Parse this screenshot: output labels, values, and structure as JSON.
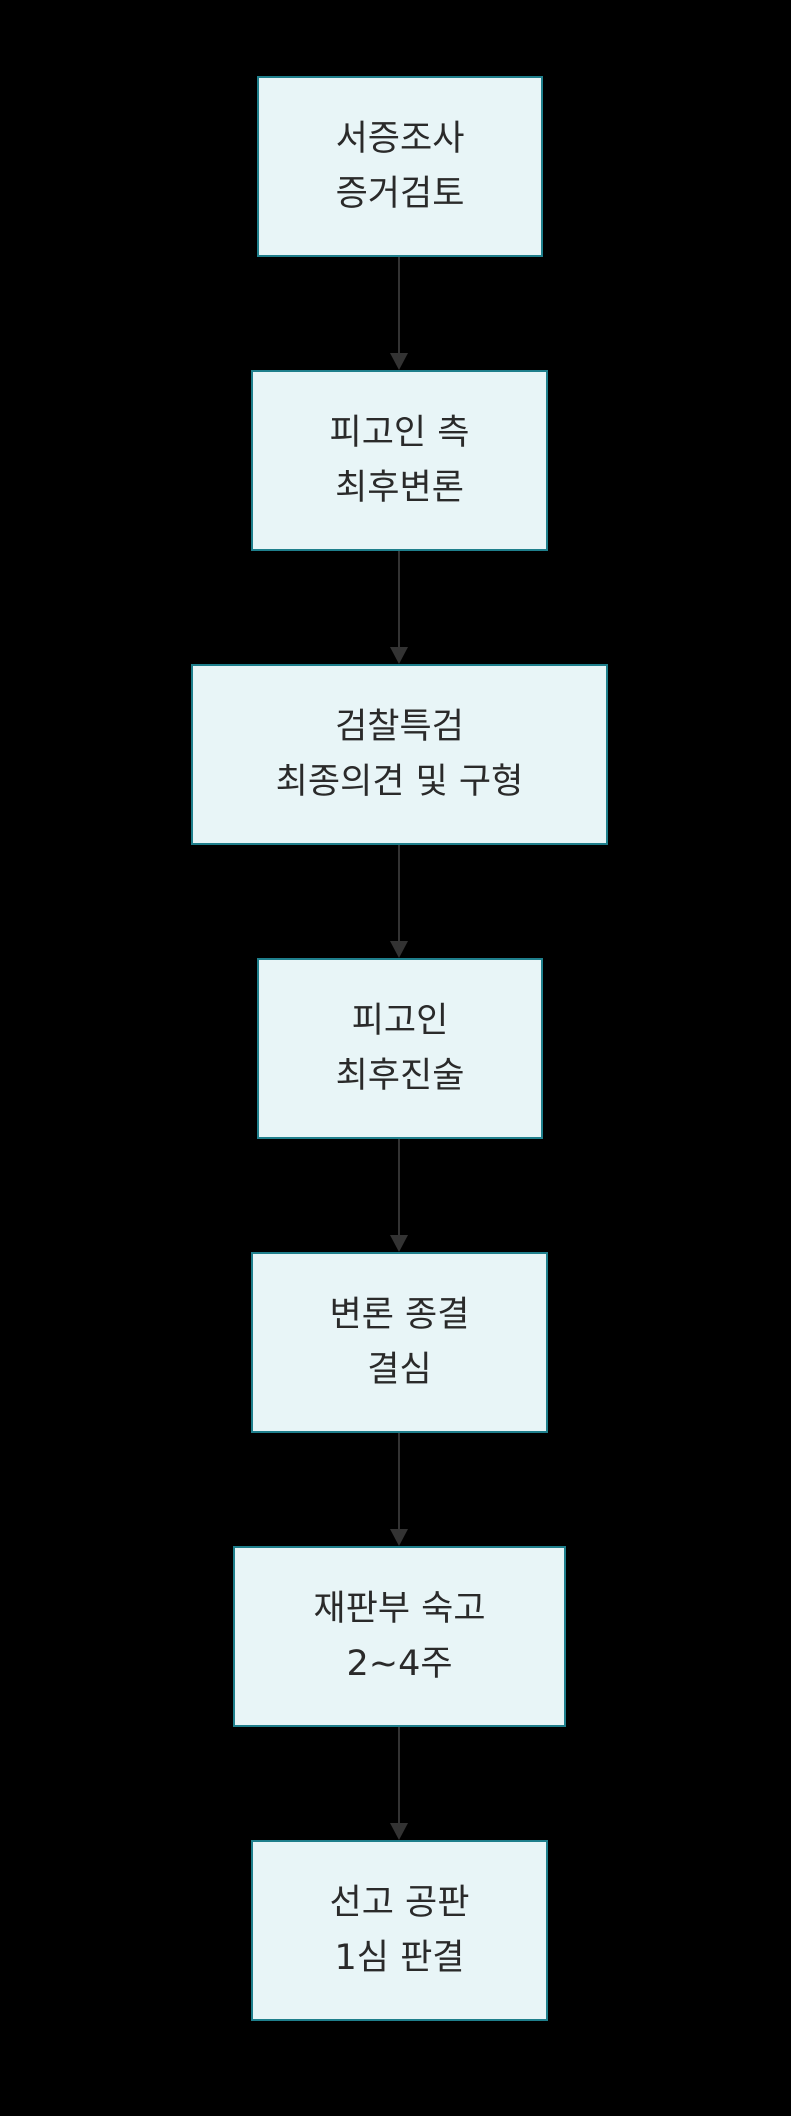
{
  "diagram": {
    "nodes": [
      {
        "id": "n1",
        "lines": [
          "서증조사",
          "증거검토"
        ]
      },
      {
        "id": "n2",
        "lines": [
          "피고인 측",
          "최후변론"
        ]
      },
      {
        "id": "n3",
        "lines": [
          "검찰특검",
          "최종의견 및 구형"
        ]
      },
      {
        "id": "n4",
        "lines": [
          "피고인",
          "최후진술"
        ]
      },
      {
        "id": "n5",
        "lines": [
          "변론 종결",
          "결심"
        ]
      },
      {
        "id": "n6",
        "lines": [
          "재판부 숙고",
          "2~4주"
        ]
      },
      {
        "id": "n7",
        "lines": [
          "선고 공판",
          "1심 판결"
        ]
      }
    ],
    "edges": [
      {
        "from": "n1",
        "to": "n2"
      },
      {
        "from": "n2",
        "to": "n3"
      },
      {
        "from": "n3",
        "to": "n4"
      },
      {
        "from": "n4",
        "to": "n5"
      },
      {
        "from": "n5",
        "to": "n6"
      },
      {
        "from": "n6",
        "to": "n7"
      }
    ],
    "colors": {
      "background": "#000000",
      "node_fill": "#e8f5f7",
      "node_border": "#1f7f8c",
      "node_text": "#2a2a2a",
      "edge": "#333333"
    }
  }
}
